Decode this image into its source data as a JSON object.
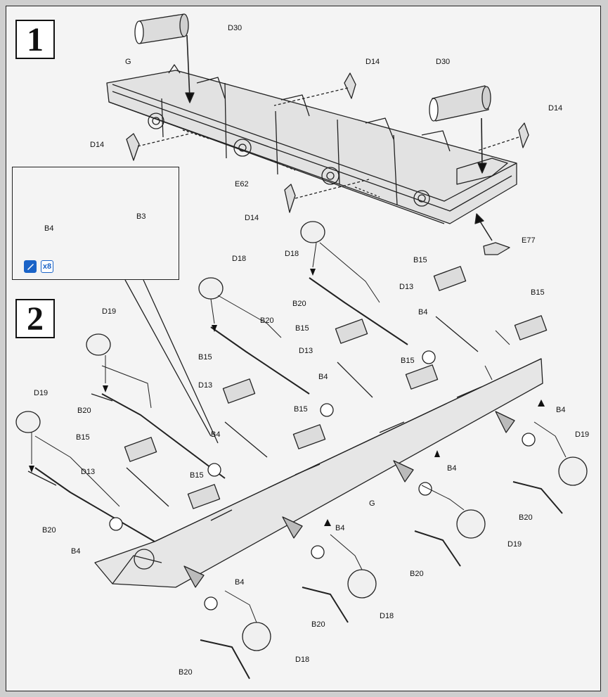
{
  "steps": {
    "step1": "1",
    "step2": "2"
  },
  "inset": {
    "multiplier": "x8",
    "brush_icon": "paint-brush-icon"
  },
  "parts": {
    "d30": "D30",
    "g": "G",
    "d14": "D14",
    "e62": "E62",
    "e77": "E77",
    "d18": "D18",
    "b20": "B20",
    "b15": "B15",
    "d13": "D13",
    "b4": "B4",
    "d19": "D19",
    "b3": "B3"
  },
  "colors": {
    "ink": "#111111",
    "paper": "#f4f4f4",
    "accent": "#1a63c7"
  }
}
